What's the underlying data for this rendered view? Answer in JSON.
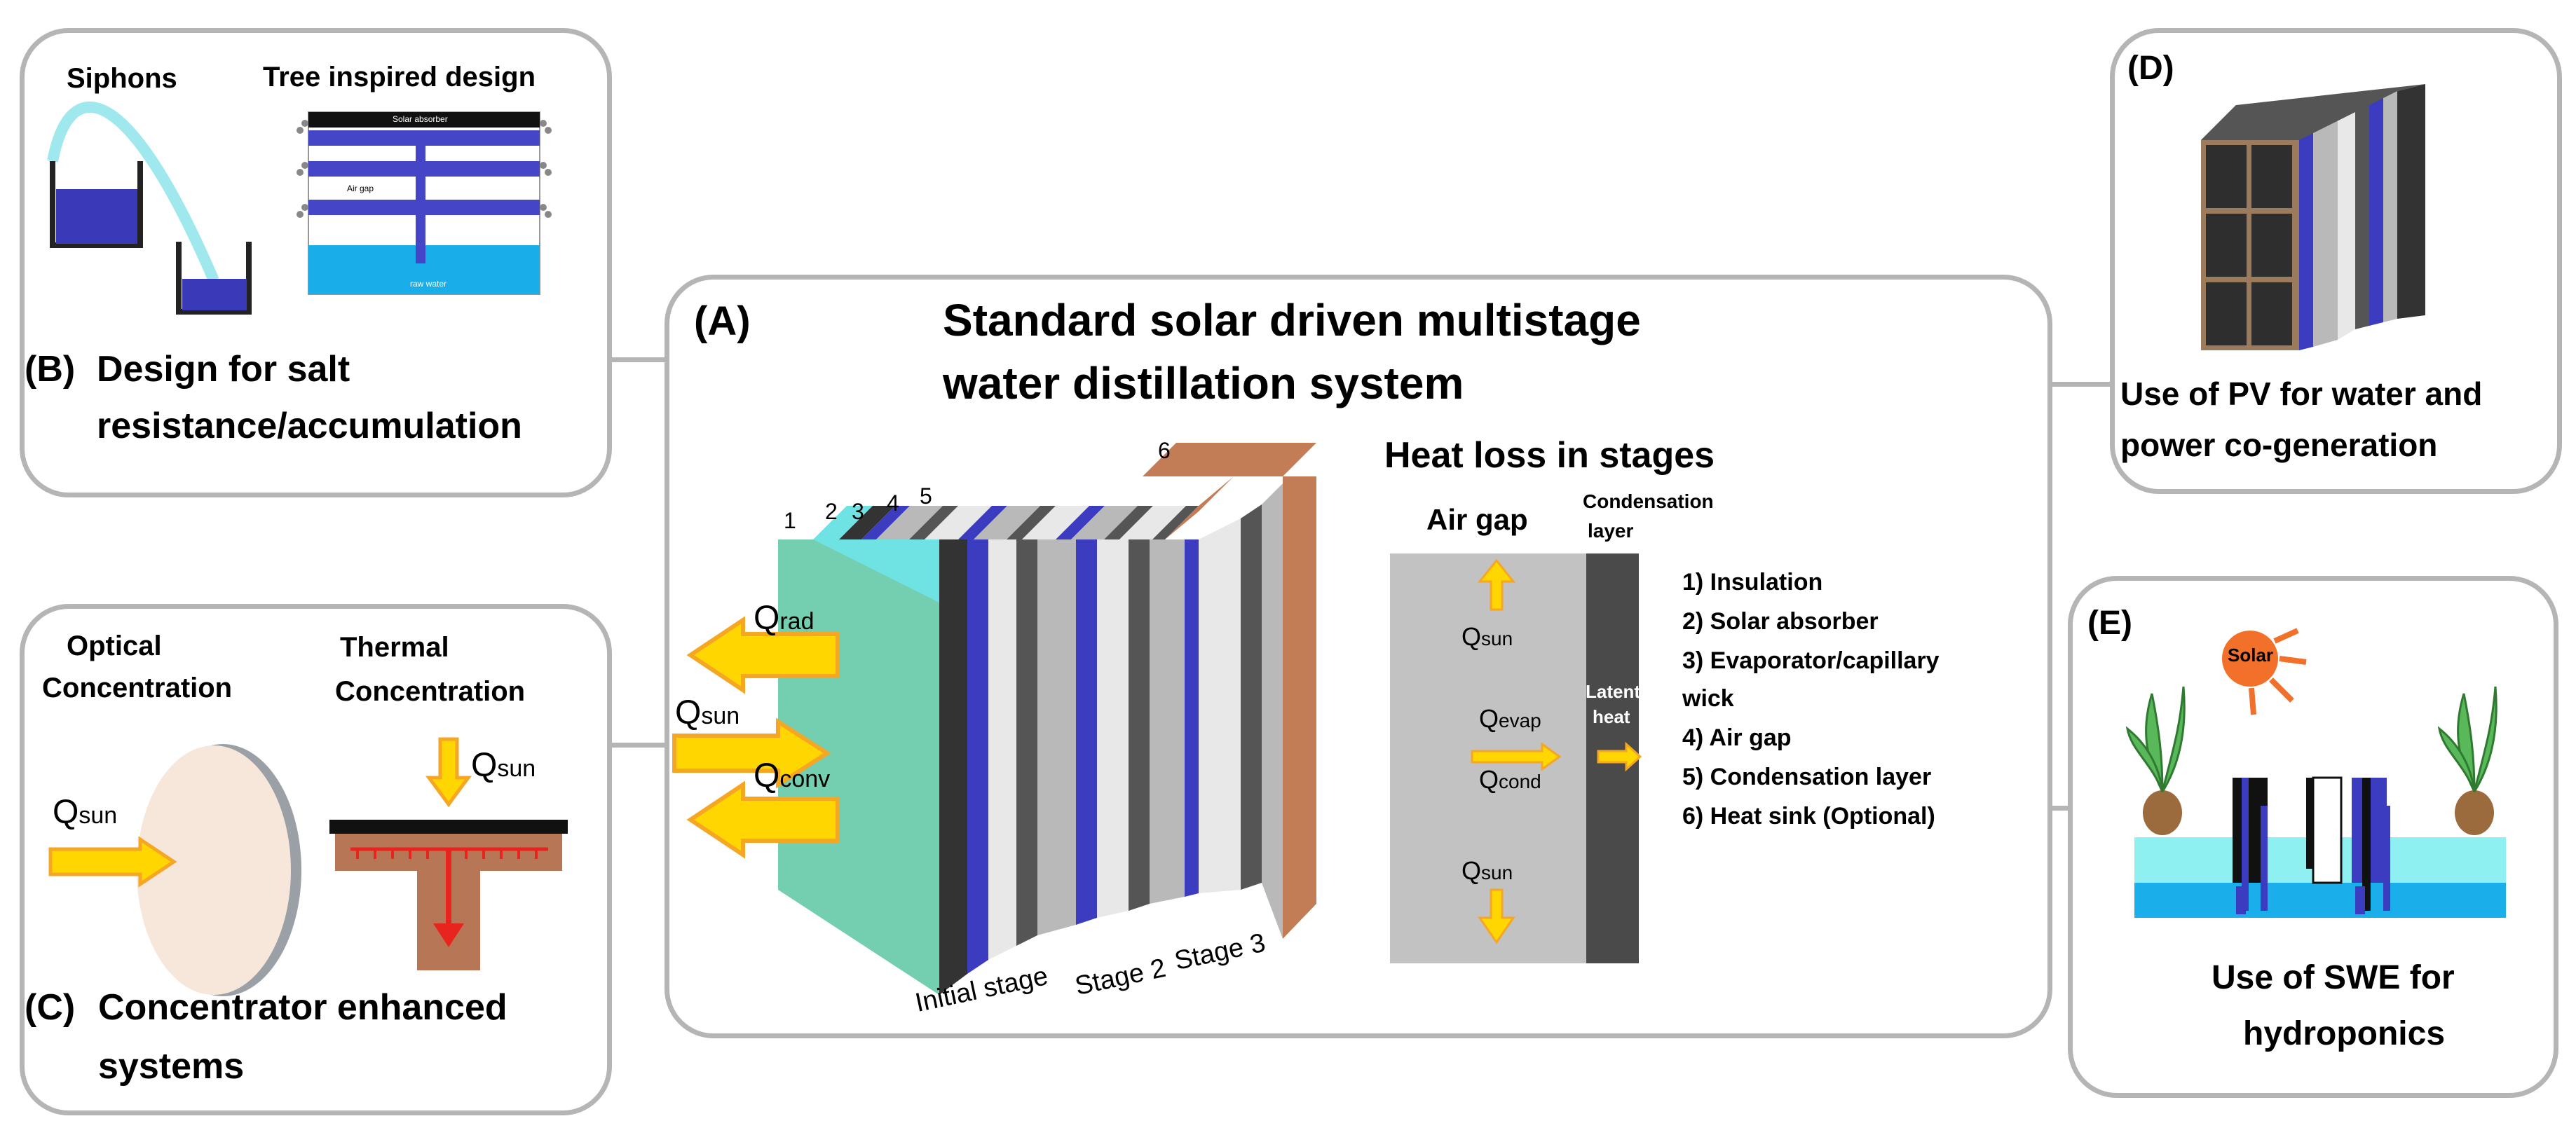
{
  "panel_a": {
    "letter": "(A)",
    "title_line1": "Standard solar driven multistage",
    "title_line2": "water distillation system",
    "stack_numbers": [
      "1",
      "2",
      "3",
      "4",
      "5",
      "6"
    ],
    "q_rad": "Q",
    "q_rad_sub": "rad",
    "q_sun": "Q",
    "q_sun_sub": "sun",
    "q_conv": "Q",
    "q_conv_sub": "conv",
    "stage_labels": [
      "Initial stage",
      "Stage 2",
      "Stage 3"
    ],
    "heat_loss_title": "Heat loss in stages",
    "air_gap_label": "Air gap",
    "condensation_label_line1": "Condensation",
    "condensation_label_line2": "layer",
    "latent_heat_line1": "Latent",
    "latent_heat_line2": "heat",
    "q_sun_top": "Q",
    "q_sun_top_sub": "sun",
    "q_evap": "Q",
    "q_evap_sub": "evap",
    "q_cond": "Q",
    "q_cond_sub": "cond",
    "q_sun_bottom": "Q",
    "q_sun_bottom_sub": "sun",
    "legend": [
      "1) Insulation",
      "2) Solar absorber",
      "3) Evaporator/capillary",
      "wick",
      "4) Air gap",
      "5) Condensation layer",
      "6) Heat sink (Optional)"
    ]
  },
  "panel_b": {
    "siphons_label": "Siphons",
    "tree_label": "Tree inspired design",
    "tree_inner": {
      "solar_absorber": "Solar absorber",
      "air_gap": "Air gap",
      "raw_water": "raw water"
    },
    "caption_letter": "(B)",
    "caption_line1": "Design for salt",
    "caption_line2": "resistance/accumulation"
  },
  "panel_c": {
    "optical_line1": "Optical",
    "optical_line2": "Concentration",
    "thermal_line1": "Thermal",
    "thermal_line2": "Concentration",
    "q_sun_optical": "Q",
    "q_sun_optical_sub": "sun",
    "q_sun_thermal": "Q",
    "q_sun_thermal_sub": "sun",
    "caption_letter": "(C)",
    "caption_line1": "Concentrator enhanced",
    "caption_line2": "systems"
  },
  "panel_d": {
    "letter": "(D)",
    "caption_line1": "Use of PV for water and",
    "caption_line2": "power co-generation"
  },
  "panel_e": {
    "letter": "(E)",
    "solar_label": "Solar",
    "caption_line1": "Use of SWE for",
    "caption_line2": "hydroponics"
  },
  "colors": {
    "panel_border": "#b5b5b5",
    "insulation": "#74ceb0",
    "insulation_edge": "#6fe3e3",
    "absorber": "#333333",
    "blue": "#3c3cc0",
    "light_gray": "#e8e8e8",
    "mid_gray": "#b9b9b9",
    "dark_gray": "#555555",
    "copper": "#c27d57",
    "arrow_yellow": "#ffd600",
    "arrow_orange": "#f5a623",
    "water_blue": "#1aaeea",
    "soil_brown": "#a06a4a"
  }
}
